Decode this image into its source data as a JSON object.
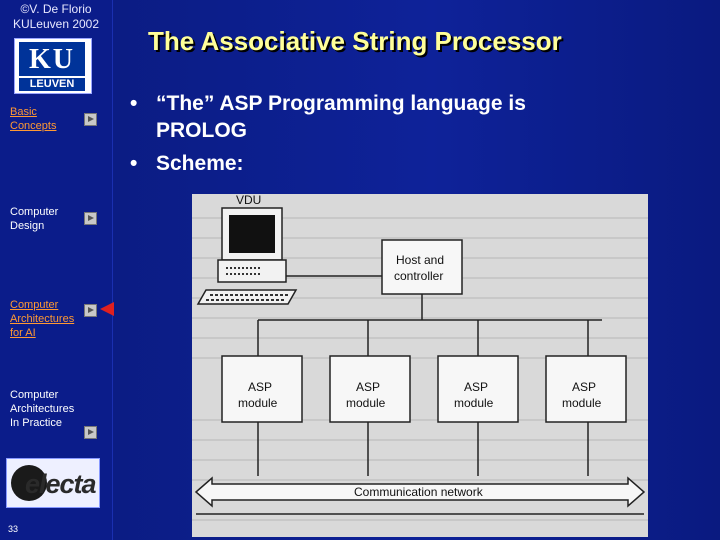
{
  "header": {
    "author_line1": "©V. De Florio",
    "author_line2": "KULeuven 2002",
    "title": "The Associative String Processor"
  },
  "logos": {
    "ku_mark": "KU",
    "ku_word": "LEUVEN",
    "electa": "electa"
  },
  "nav": {
    "items": [
      {
        "line1": "Basic",
        "line2": "Concepts",
        "line3": ""
      },
      {
        "line1": "Computer",
        "line2": "Design",
        "line3": ""
      },
      {
        "line1": "Computer",
        "line2": "Architectures",
        "line3": "for AI"
      },
      {
        "line1": "Computer",
        "line2": "Architectures",
        "line3": "In Practice"
      }
    ]
  },
  "content": {
    "bullets": [
      {
        "line1": "“The” ASP Programming language is",
        "line2": "PROLOG"
      },
      {
        "line1": "Scheme:",
        "line2": ""
      }
    ]
  },
  "figure": {
    "vdu_label": "VDU",
    "host_label_1": "Host and",
    "host_label_2": "controller",
    "module_label_1": "ASP",
    "module_label_2": "module",
    "network_label": "Communication network"
  },
  "footer": {
    "page_number": "33"
  }
}
